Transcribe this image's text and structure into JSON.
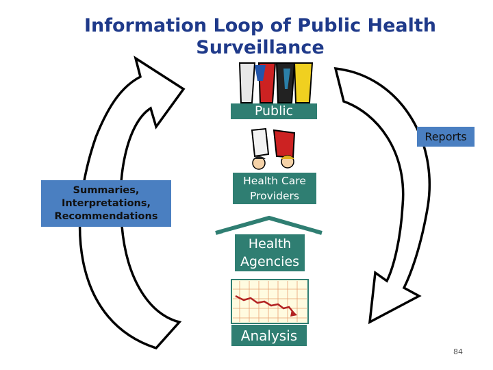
{
  "title": "Information Loop of Public Health Surveillance",
  "nodes": {
    "public": "Public",
    "reports": "Reports",
    "summaries_line1": "Summaries,",
    "summaries_line2": "Interpretations,",
    "summaries_line3": "Recommendations",
    "providers_line1": "Health Care",
    "providers_line2": "Providers",
    "agencies_line1": "Health",
    "agencies_line2": "Agencies",
    "analysis": "Analysis"
  },
  "page_number": "84",
  "colors": {
    "title": "#1f3a8a",
    "teal_box": "#2f7e72",
    "blue_box": "#4a7fc1",
    "arrow_stroke": "#000000",
    "chart_line": "#b22222"
  }
}
